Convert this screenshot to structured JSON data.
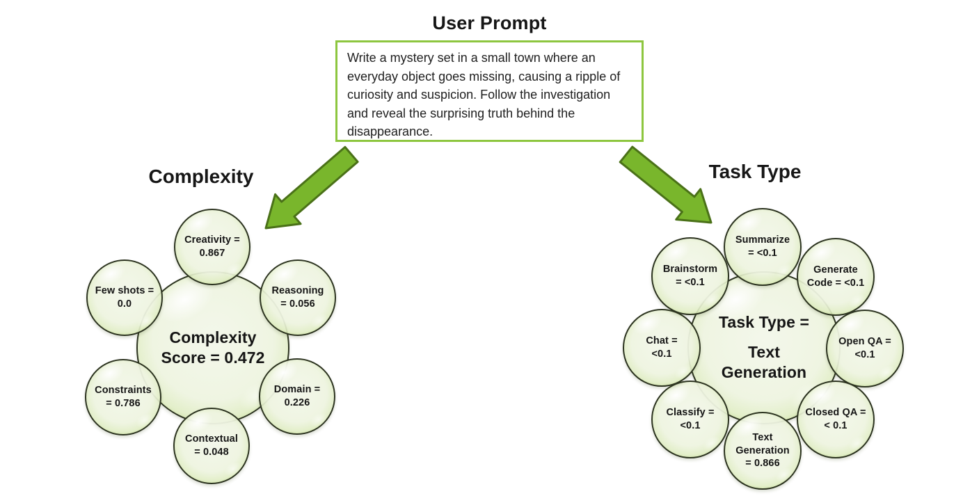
{
  "header": {
    "title": "User Prompt",
    "prompt_text": "Write a mystery set in a small town where an everyday object goes missing, causing a ripple of curiosity and suspicion. Follow the investigation and reveal the surprising truth behind the disappearance."
  },
  "colors": {
    "accent_green": "#8dc63f",
    "arrow_fill": "#79b62c",
    "arrow_stroke": "#4a7118",
    "bubble_stroke": "#2c3320"
  },
  "icons": {
    "left_arrow": "arrow-down-left",
    "right_arrow": "arrow-down-right"
  },
  "complexity": {
    "title": "Complexity",
    "center": {
      "lines": [
        "Complexity",
        "Score = 0.472"
      ]
    },
    "satellites": [
      {
        "name": "creativity",
        "lines": [
          "Creativity =",
          "0.867"
        ]
      },
      {
        "name": "reasoning",
        "lines": [
          "Reasoning",
          "= 0.056"
        ]
      },
      {
        "name": "domain",
        "lines": [
          "Domain =",
          "0.226"
        ]
      },
      {
        "name": "contextual",
        "lines": [
          "Contextual",
          "= 0.048"
        ]
      },
      {
        "name": "constraints",
        "lines": [
          "Constraints",
          "= 0.786"
        ]
      },
      {
        "name": "few_shots",
        "lines": [
          "Few shots =",
          "0.0"
        ]
      }
    ]
  },
  "task_type": {
    "title": "Task Type",
    "center": {
      "lines": [
        "Task Type =",
        "Text",
        "Generation"
      ]
    },
    "satellites": [
      {
        "name": "summarize",
        "lines": [
          "Summarize",
          "= <0.1"
        ]
      },
      {
        "name": "generate_code",
        "lines": [
          "Generate",
          "Code = <0.1"
        ]
      },
      {
        "name": "open_qa",
        "lines": [
          "Open QA =",
          "<0.1"
        ]
      },
      {
        "name": "closed_qa",
        "lines": [
          "Closed QA =",
          "< 0.1"
        ]
      },
      {
        "name": "text_generation",
        "lines": [
          "Text",
          "Generation",
          "= 0.866"
        ]
      },
      {
        "name": "classify",
        "lines": [
          "Classify =",
          "<0.1"
        ]
      },
      {
        "name": "chat",
        "lines": [
          "Chat =",
          "<0.1"
        ]
      },
      {
        "name": "brainstorm",
        "lines": [
          "Brainstorm",
          "= <0.1"
        ]
      }
    ]
  }
}
